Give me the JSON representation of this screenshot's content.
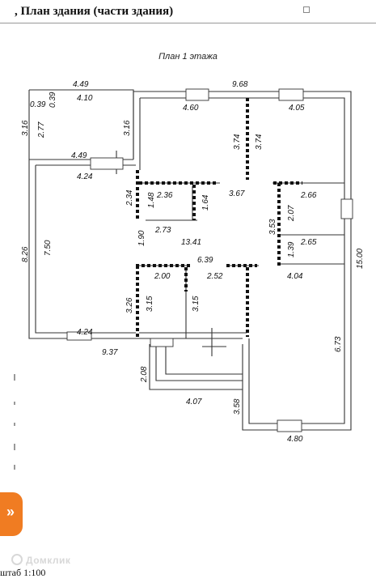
{
  "header": {
    "title": ", План здания (части здания)"
  },
  "plan": {
    "title": "План 1 этажа",
    "dimensions": [
      {
        "id": "d1",
        "text": "4.49"
      },
      {
        "id": "d2",
        "text": "9.68"
      },
      {
        "id": "d3",
        "text": "0.39"
      },
      {
        "id": "d4",
        "text": "0.39"
      },
      {
        "id": "d5",
        "text": "4.10"
      },
      {
        "id": "d6",
        "text": "4.60"
      },
      {
        "id": "d7",
        "text": "4.05"
      },
      {
        "id": "d8",
        "text": "3.16"
      },
      {
        "id": "d9",
        "text": "2.77"
      },
      {
        "id": "d10",
        "text": "3.16"
      },
      {
        "id": "d11",
        "text": "3.74"
      },
      {
        "id": "d12",
        "text": "3.74"
      },
      {
        "id": "d13",
        "text": "4.49"
      },
      {
        "id": "d14",
        "text": "4.24"
      },
      {
        "id": "d15",
        "text": "2.34"
      },
      {
        "id": "d16",
        "text": "1.48"
      },
      {
        "id": "d17",
        "text": "2.36"
      },
      {
        "id": "d18",
        "text": "1.64"
      },
      {
        "id": "d19",
        "text": "3.67"
      },
      {
        "id": "d20",
        "text": "2.66"
      },
      {
        "id": "d21",
        "text": "2.07"
      },
      {
        "id": "d22",
        "text": "2.73"
      },
      {
        "id": "d23",
        "text": "3.53"
      },
      {
        "id": "d24",
        "text": "8.26"
      },
      {
        "id": "d25",
        "text": "7.50"
      },
      {
        "id": "d26",
        "text": "1.90"
      },
      {
        "id": "d27",
        "text": "13.41"
      },
      {
        "id": "d28",
        "text": "2.65"
      },
      {
        "id": "d29",
        "text": "1.39"
      },
      {
        "id": "d30",
        "text": "6.39"
      },
      {
        "id": "d31",
        "text": "15.00"
      },
      {
        "id": "d32",
        "text": "2.00"
      },
      {
        "id": "d33",
        "text": "2.52"
      },
      {
        "id": "d34",
        "text": "4.04"
      },
      {
        "id": "d35",
        "text": "3.26"
      },
      {
        "id": "d36",
        "text": "3.15"
      },
      {
        "id": "d37",
        "text": "3.15"
      },
      {
        "id": "d38",
        "text": "4.24"
      },
      {
        "id": "d39",
        "text": "6.73"
      },
      {
        "id": "d40",
        "text": "9.37"
      },
      {
        "id": "d41",
        "text": "2.08"
      },
      {
        "id": "d42",
        "text": "4.07"
      },
      {
        "id": "d43",
        "text": "3.58"
      },
      {
        "id": "d44",
        "text": "4.80"
      }
    ]
  },
  "footer": {
    "scale": "штаб 1:100",
    "watermark": "Домклик",
    "side_tab_icon": "»"
  }
}
